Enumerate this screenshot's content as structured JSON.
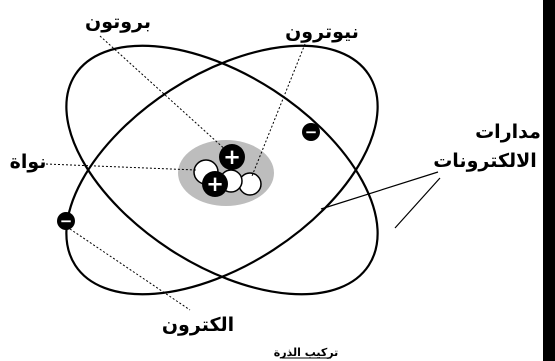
{
  "labels": {
    "proton": "بروتون",
    "neutron": "نيوترون",
    "nucleus": "نواة",
    "orbits": "مدارات الالكترونات",
    "orbits_line1": "مدارات",
    "orbits_line2": "الالكترونات",
    "electron": "الكترون"
  },
  "caption": "تركيب الذرة",
  "symbols": {
    "proton_sign": "+",
    "electron_sign": "−"
  },
  "colors": {
    "background": "#ffffff",
    "frame": "#000000",
    "nucleus_halo": "#bdbdbd",
    "ink": "#000000"
  },
  "icons": [
    "atom-diagram"
  ]
}
